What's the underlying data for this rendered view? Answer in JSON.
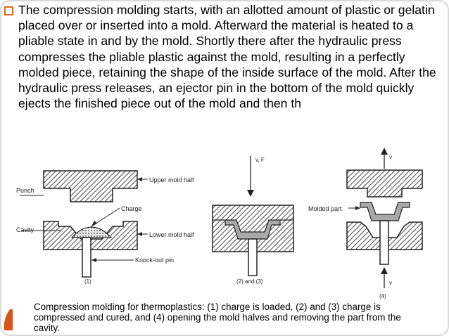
{
  "bullet_text": "The compression molding starts, with an allotted amount of plastic or gelatin placed over or inserted into a mold. Afterward the material is heated to a pliable state in and by the mold. Shortly there after the hydraulic press compresses the pliable plastic against the mold, resulting in a perfectly molded piece, retaining the shape of the inside surface of the mold. After the hydraulic press releases, an ejector pin in the bottom of the mold quickly ejects the finished piece out of the mold and then th",
  "figure": {
    "labels": {
      "upper_mold_half": "Upper mold half",
      "punch": "Punch",
      "charge": "Charge",
      "cavity": "Cavity",
      "lower_mold_half": "Lower mold half",
      "knock_out_pin": "Knock-out pin",
      "step1": "(1)",
      "force": "v, F",
      "step23": "(2) and (3)",
      "molded_part": "Molded part",
      "v_top": "v",
      "v_bottom": "v",
      "step4": "(4)"
    },
    "caption": "Compression molding for thermoplastics: (1) charge is loaded, (2) and (3) charge is compressed and cured, and (4) opening the mold halves and removing the part from the cavity."
  },
  "colors": {
    "accent": "#e06a1b",
    "hatch": "#555555",
    "part": "#a9a9a9"
  }
}
